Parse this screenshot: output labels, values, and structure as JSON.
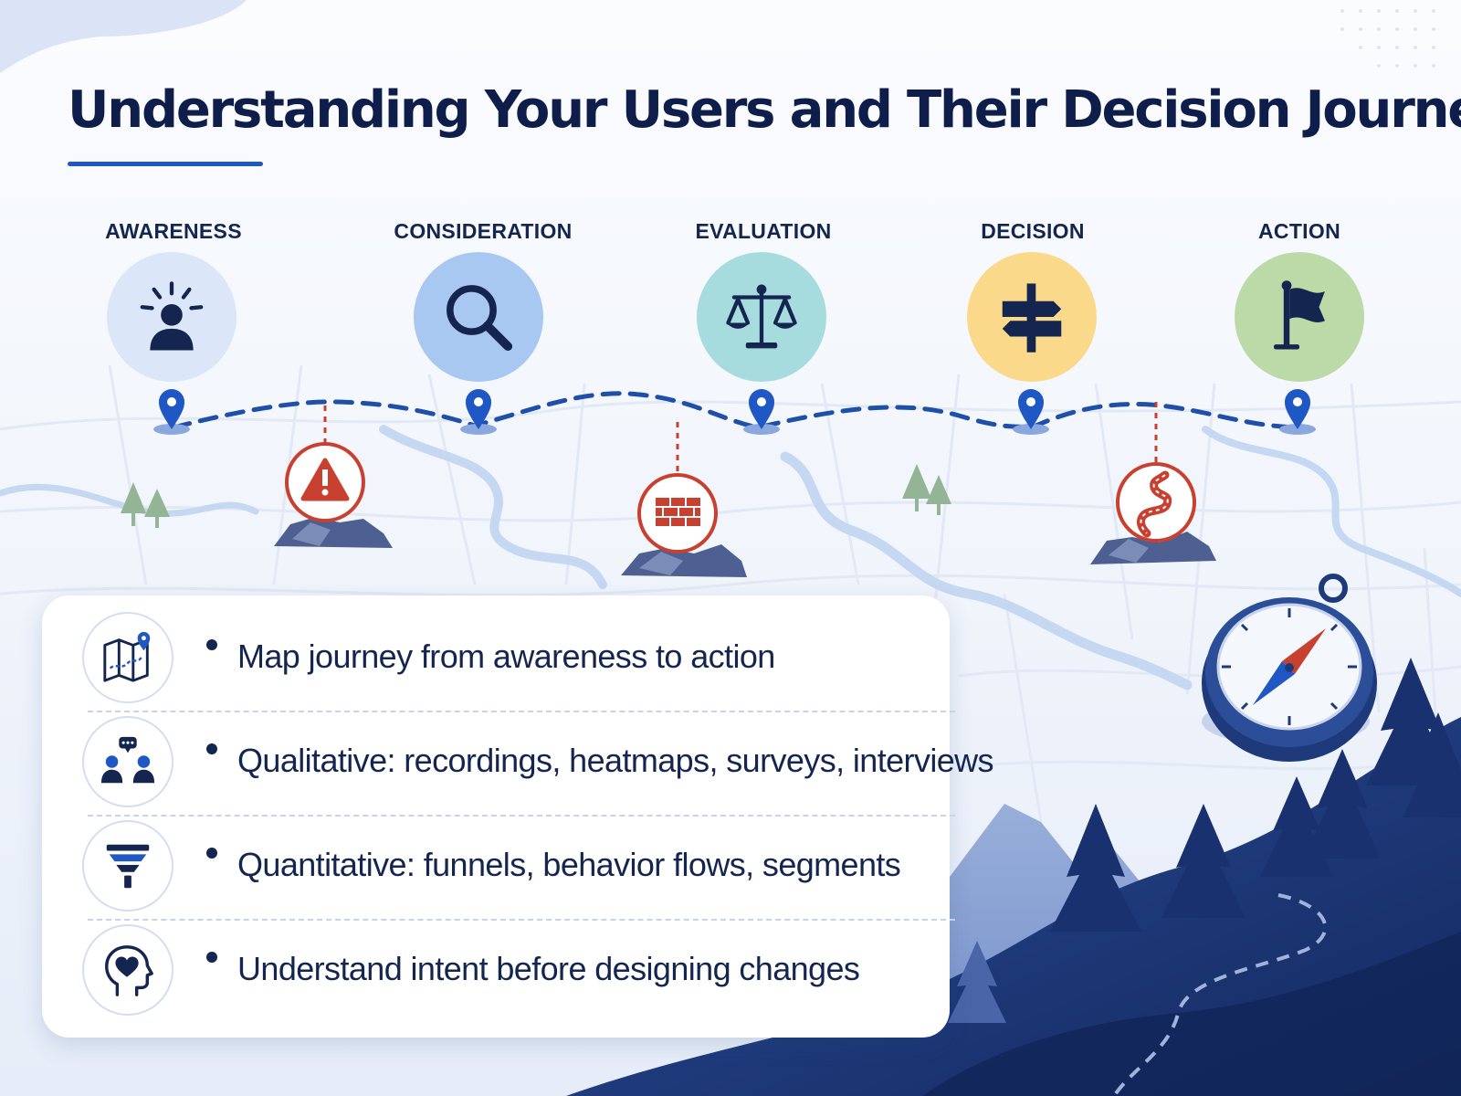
{
  "title": "Understanding Your Users and Their Decision Journey",
  "stages": [
    {
      "label": "AWARENESS",
      "icon": "person-spark-icon",
      "color": "#dbe6f8"
    },
    {
      "label": "CONSIDERATION",
      "icon": "magnifier-icon",
      "color": "#a9c8f1"
    },
    {
      "label": "EVALUATION",
      "icon": "balance-scale-icon",
      "color": "#a7dcdf"
    },
    {
      "label": "DECISION",
      "icon": "signpost-icon",
      "color": "#fad98a"
    },
    {
      "label": "ACTION",
      "icon": "flag-icon",
      "color": "#bcdaa7"
    }
  ],
  "obstacles": [
    "warning-icon",
    "brick-wall-icon",
    "winding-road-icon"
  ],
  "points": [
    {
      "text": "Map journey from awareness to action",
      "icon": "journey-map-icon"
    },
    {
      "text": "Qualitative: recordings, heatmaps, surveys, interviews",
      "icon": "conversation-people-icon"
    },
    {
      "text": "Quantitative: funnels, behavior flows, segments",
      "icon": "funnel-icon"
    },
    {
      "text": "Understand intent before designing changes",
      "icon": "head-heart-icon"
    }
  ],
  "colors": {
    "navy": "#14254f",
    "accent": "#1f58c4",
    "obstacle": "#c8402f",
    "mountain": "#1e3a7a"
  }
}
